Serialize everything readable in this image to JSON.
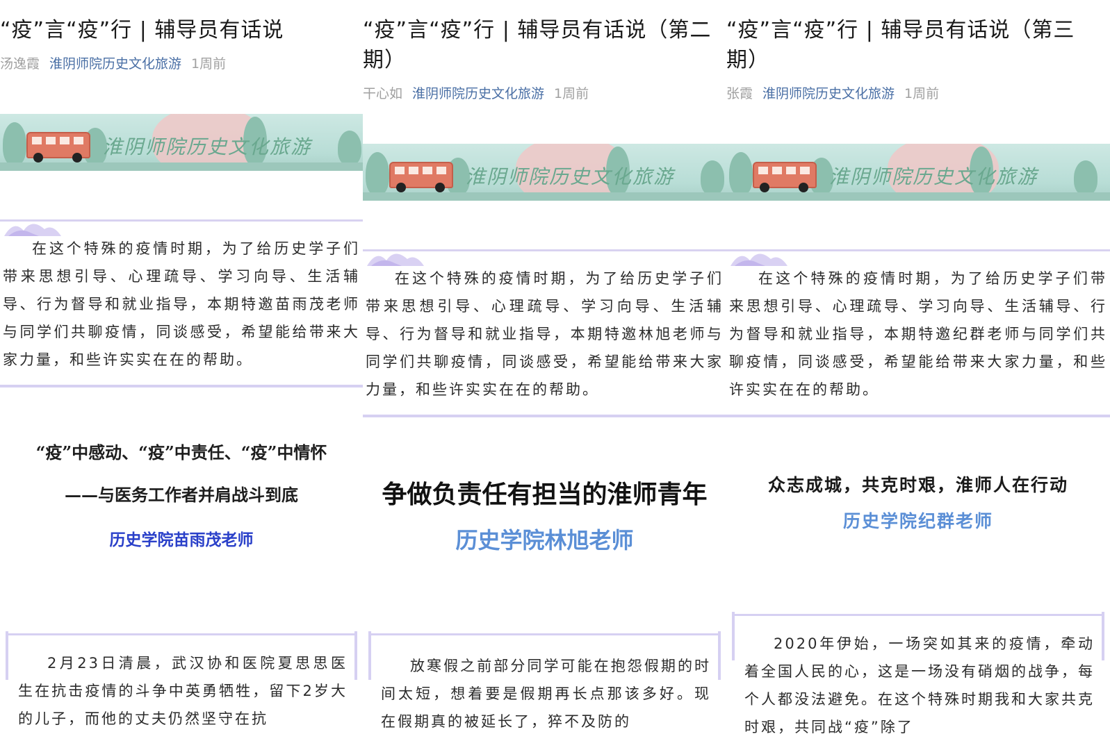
{
  "columns": [
    {
      "title": "“疫”言“疫”行 | 辅导员有话说",
      "author": "汤逸霞",
      "source": "淮阴师院历史文化旅游",
      "time": "1周前",
      "banner_text": "淮阴师院历史文化旅游",
      "intro": "在这个特殊的疫情时期，为了给历史学子们带来思想引导、心理疏导、学习向导、生活辅导、行为督导和就业指导，本期特邀苗雨茂老师与同学们共聊疫情，同谈感受，希望能给带来大家力量，和些许实实在在的帮助。",
      "heading_line1": "“疫”中感动、“疫”中责任、“疫”中情怀",
      "heading_line2": "——与医务工作者并肩战斗到底",
      "heading_teacher": "历史学院苗雨茂老师",
      "body": "2月23日清晨，武汉协和医院夏思思医生在抗击疫情的斗争中英勇牺牲，留下2岁大的儿子，而他的丈夫仍然坚守在抗"
    },
    {
      "title": "“疫”言“疫”行 | 辅导员有话说（第二期）",
      "author": "干心如",
      "source": "淮阴师院历史文化旅游",
      "time": "1周前",
      "banner_text": "淮阴师院历史文化旅游",
      "intro": "在这个特殊的疫情时期，为了给历史学子们带来思想引导、心理疏导、学习向导、生活辅导、行为督导和就业指导，本期特邀林旭老师与同学们共聊疫情，同谈感受，希望能给带来大家力量，和些许实实在在的帮助。",
      "heading_line1": "争做负责任有担当的淮师青年",
      "heading_teacher": "历史学院林旭老师",
      "body": "放寒假之前部分同学可能在抱怨假期的时间太短，想着要是假期再长点那该多好。现在假期真的被延长了，猝不及防的"
    },
    {
      "title": "“疫”言“疫”行 | 辅导员有话说（第三期）",
      "author": "张霞",
      "source": "淮阴师院历史文化旅游",
      "time": "1周前",
      "banner_text": "淮阴师院历史文化旅游",
      "intro": "在这个特殊的疫情时期，为了给历史学子们带来思想引导、心理疏导、学习向导、生活辅导、行为督导和就业指导，本期特邀纪群老师与同学们共聊疫情，同谈感受，希望能给带来大家力量，和些许实实在在的帮助。",
      "heading_line1": "众志成城，共克时艰，淮师人在行动",
      "heading_teacher": "历史学院纪群老师",
      "body": "2020年伊始，一场突如其来的疫情，牵动着全国人民的心，这是一场没有硝烟的战争，每个人都没法避免。在这个特殊时期我和大家共克时艰，共同战“疫”除了"
    }
  ]
}
